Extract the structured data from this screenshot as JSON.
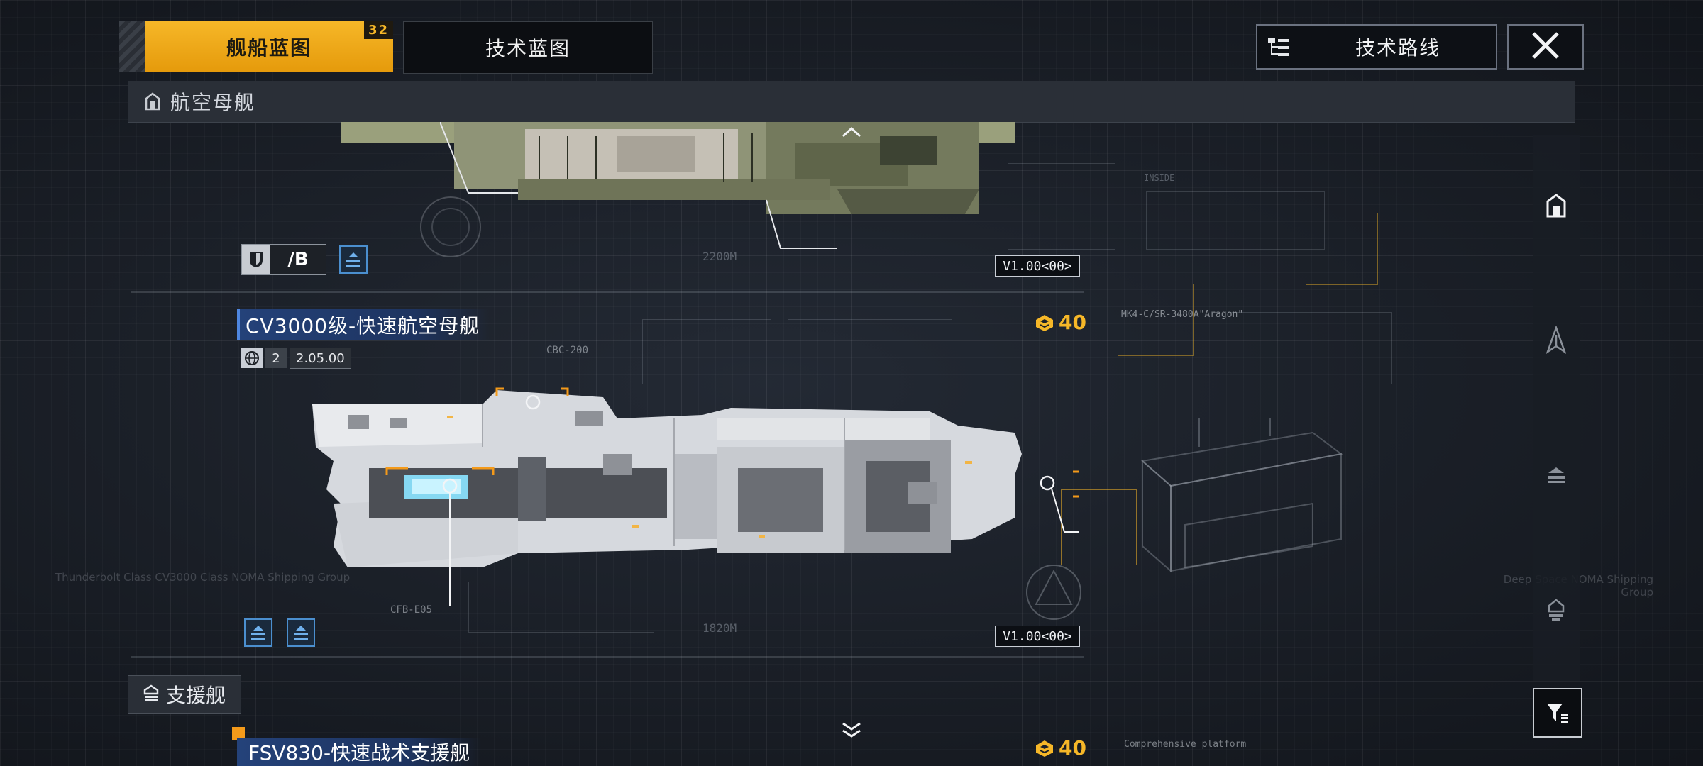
{
  "tabs": {
    "ship_blueprint": "舰船蓝图",
    "ship_blueprint_badge": "32",
    "tech_blueprint": "技术蓝图"
  },
  "header": {
    "tech_route": "技术路线"
  },
  "category": {
    "current": "航空母舰"
  },
  "ship_top": {
    "armor_grade": "/B",
    "length": "2200M",
    "version": "V1.00<00>"
  },
  "ship_main": {
    "name": "CV3000级-快速航空母舰",
    "tier": "2",
    "value": "2.05.00",
    "cost": "40",
    "length": "1820M",
    "version": "V1.00<00>",
    "module_labels": [
      "CBC-200",
      "CFB-E05"
    ]
  },
  "section": {
    "support_label": "支援舰"
  },
  "ship_next": {
    "name": "FSV830-快速战术支援舰",
    "cost": "40",
    "note": "Comprehensive platform"
  },
  "blueprint_texts": {
    "inside": "INSIDE",
    "code_a": "MK4-C/SR-3480A\"Aragon\"",
    "caption_left": "Thunderbolt Class CV3000 Class NOMA Shipping Group",
    "caption_right": "Deep Space NOMA Shipping Group"
  },
  "colors": {
    "accent": "#f6b728",
    "title_bg": "#24427a",
    "badge_blue": "#4b8fcf"
  }
}
